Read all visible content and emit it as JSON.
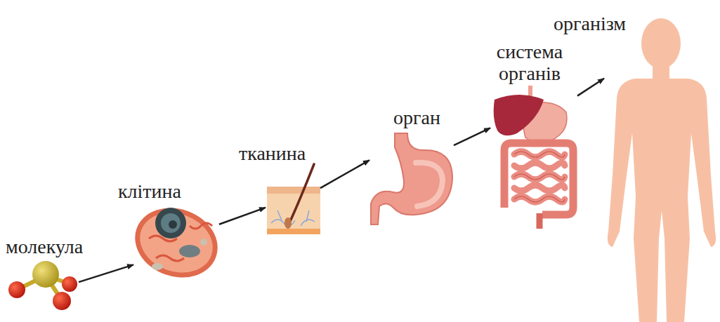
{
  "diagram": {
    "nodes": [
      {
        "text": [
          "молекула"
        ]
      },
      {
        "text": [
          "клітина"
        ]
      },
      {
        "text": [
          "тканина"
        ]
      },
      {
        "text": [
          "орган"
        ]
      },
      {
        "text": [
          "система органів"
        ]
      },
      {
        "text": [
          "організм"
        ]
      }
    ],
    "edges": [
      {
        "from": 0,
        "to": 1,
        "arrow": "to"
      },
      {
        "from": 1,
        "to": 2,
        "arrow": "to"
      },
      {
        "from": 2,
        "to": 3,
        "arrow": "to"
      },
      {
        "from": 3,
        "to": 4,
        "arrow": "to"
      },
      {
        "from": 4,
        "to": 5,
        "arrow": "to"
      }
    ]
  }
}
